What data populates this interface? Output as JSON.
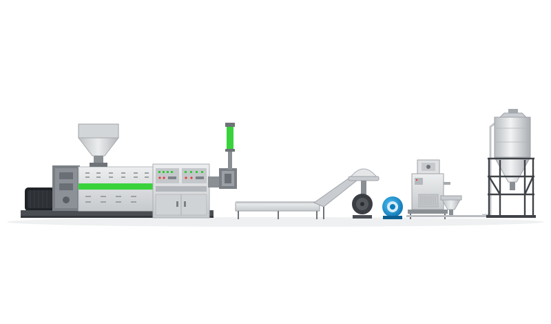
{
  "scene": {
    "background": "#ffffff",
    "colors": {
      "machine_gray": "#d9dbdd",
      "dark_gray": "#6e7378",
      "frame_dark": "#4a4e53",
      "motor_black": "#1f2226",
      "accent_green": "#39d23c",
      "blower_blue": "#1296d8",
      "steel": "#c9ccd0"
    },
    "components": [
      "drive-motor",
      "gearbox",
      "extruder-barrel",
      "feed-hopper",
      "control-cabinet",
      "screen-changer",
      "water-tank",
      "conveyor",
      "centrifugal-fan",
      "blower",
      "pelletizer",
      "dewatering-unit",
      "storage-silo"
    ]
  }
}
